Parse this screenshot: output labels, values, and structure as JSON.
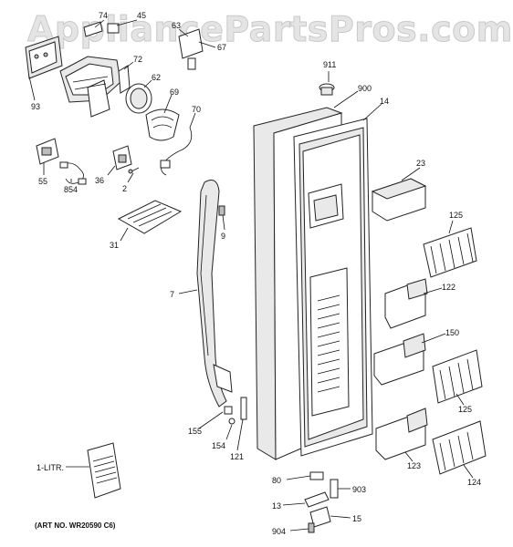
{
  "watermark": "AppliancePartsPros.com",
  "art_number": "(ART NO. WR20590 C6)",
  "callouts": [
    "74",
    "45",
    "63",
    "67",
    "72",
    "62",
    "93",
    "69",
    "70",
    "55",
    "854",
    "36",
    "2",
    "31",
    "9",
    "7",
    "911",
    "900",
    "14",
    "23",
    "125",
    "122",
    "150",
    "125",
    "124",
    "123",
    "155",
    "154",
    "121",
    "80",
    "903",
    "13",
    "15",
    "904",
    "1-LITR."
  ]
}
